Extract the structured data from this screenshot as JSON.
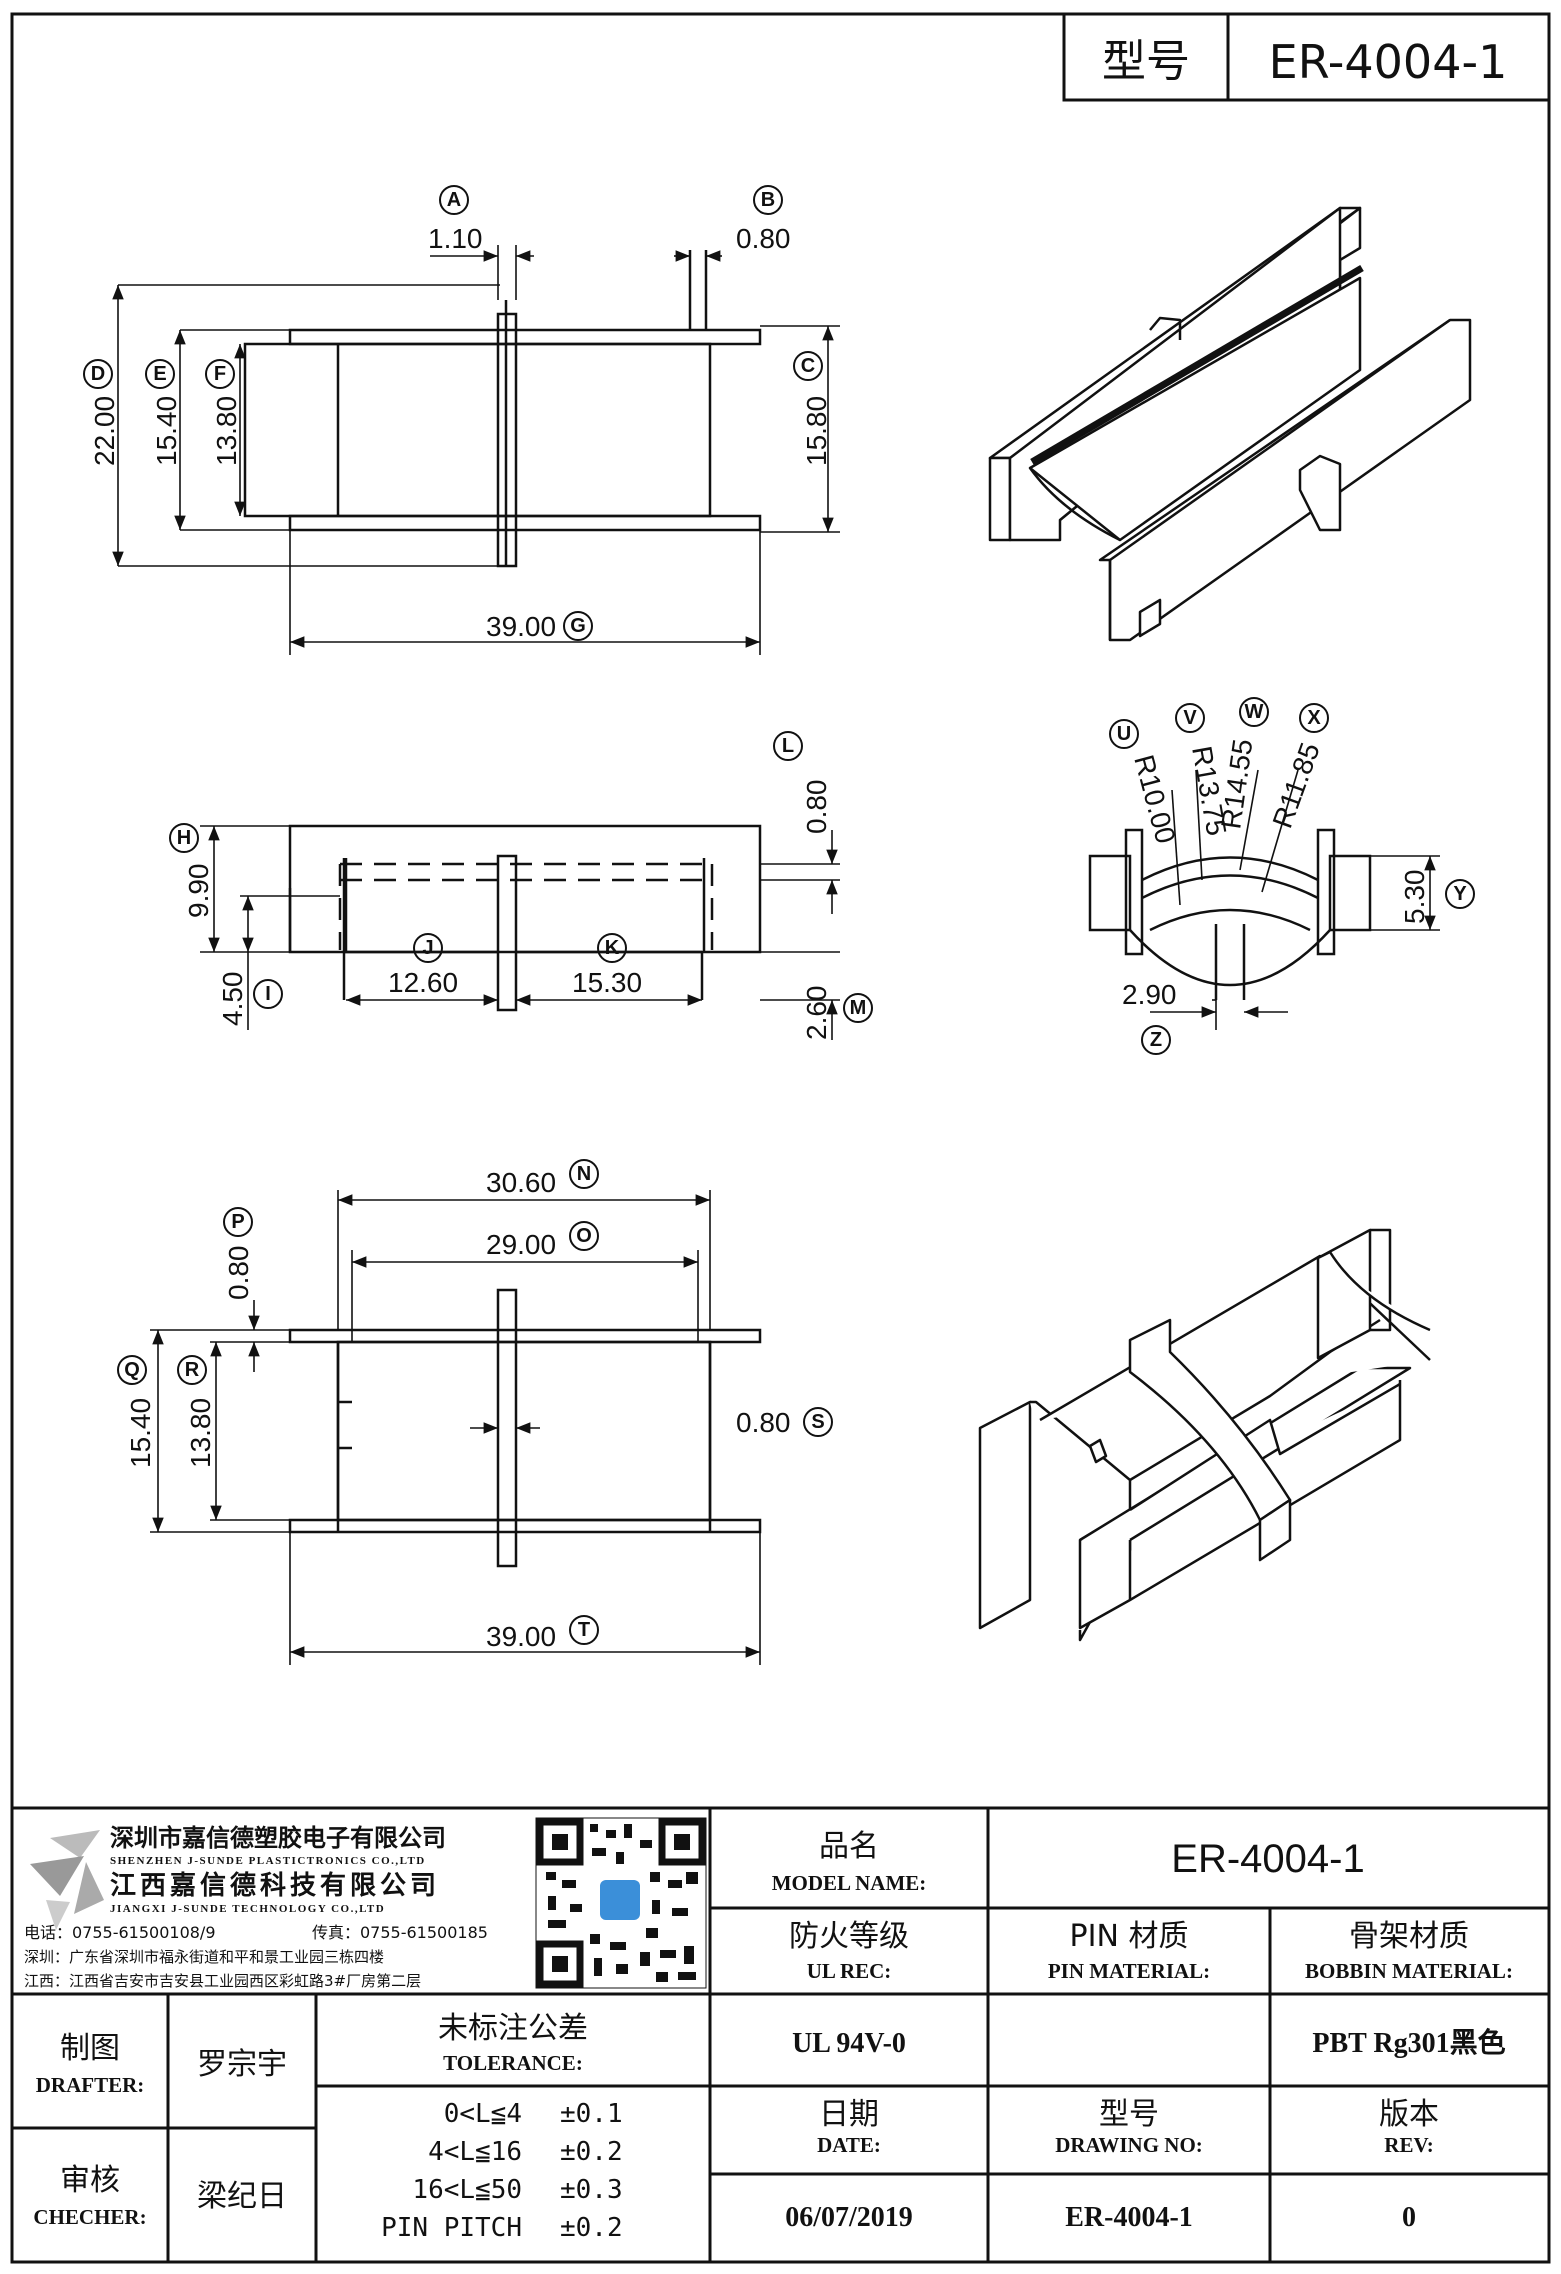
{
  "header": {
    "type_label": "型号",
    "model": "ER-4004-1"
  },
  "view_labels": {
    "A": "A",
    "B": "B",
    "C": "C",
    "D": "D",
    "E": "E",
    "F": "F",
    "G": "G",
    "H": "H",
    "I": "I",
    "J": "J",
    "K": "K",
    "L": "L",
    "M": "M",
    "N": "N",
    "O": "O",
    "P": "P",
    "Q": "Q",
    "R": "R",
    "S": "S",
    "T": "T",
    "U": "U",
    "V": "V",
    "W": "W",
    "X": "X",
    "Y": "Y",
    "Z": "Z"
  },
  "dims": {
    "A": "1.10",
    "B": "0.80",
    "C": "15.80",
    "D": "22.00",
    "E": "15.40",
    "F": "13.80",
    "G": "39.00",
    "H": "9.90",
    "I": "4.50",
    "J": "12.60",
    "K": "15.30",
    "L": "0.80",
    "M": "2.60",
    "N": "30.60",
    "O": "29.00",
    "P": "0.80",
    "Q": "15.40",
    "R": "13.80",
    "S": "0.80",
    "T": "39.00",
    "U": "R10.00",
    "V": "R13.75",
    "W": "R14.55",
    "X": "R11.85",
    "Y": "5.30",
    "Z": "2.90"
  },
  "company": {
    "name_sz": "深圳市嘉信德塑胶电子有限公司",
    "name_sz_en": "SHENZHEN J-SUNDE PLASTICTRONICS CO.,LTD",
    "name_jx": "江西嘉信德科技有限公司",
    "name_jx_en": "JIANGXI J-SUNDE TECHNOLOGY CO.,LTD",
    "tel": "电话：0755-61500108/9",
    "fax": "传真：0755-61500185",
    "addr_sz": "深圳：广东省深圳市福永街道和平和景工业园三栋四楼",
    "addr_jx": "江西：江西省吉安市吉安县工业园西区彩虹路3#厂房第二层"
  },
  "title_block": {
    "model_name_cn": "品名",
    "model_name_en": "MODEL NAME:",
    "model_name_val": "ER-4004-1",
    "ul_cn": "防火等级",
    "ul_en": "UL REC:",
    "ul_val": "UL 94V-0",
    "pin_cn": "PIN 材质",
    "pin_en": "PIN MATERIAL:",
    "pin_val": "",
    "bobbin_cn": "骨架材质",
    "bobbin_en": "BOBBIN MATERIAL:",
    "bobbin_val": "PBT Rg301黑色",
    "drafter_cn": "制图",
    "drafter_en": "DRAFTER:",
    "drafter_val": "罗宗宇",
    "checker_cn": "审核",
    "checker_en": "CHECHER:",
    "checker_val": "梁纪日",
    "tol_cn": "未标注公差",
    "tol_en": "TOLERANCE:",
    "tol_rows": [
      {
        "range": "0<L≦4",
        "val": "±0.1"
      },
      {
        "range": "4<L≦16",
        "val": "±0.2"
      },
      {
        "range": "16<L≦50",
        "val": "±0.3"
      },
      {
        "range": "PIN PITCH",
        "val": "±0.2"
      }
    ],
    "date_cn": "日期",
    "date_en": "DATE:",
    "date_val": "06/07/2019",
    "dwg_cn": "型号",
    "dwg_en": "DRAWING NO:",
    "dwg_val": "ER-4004-1",
    "rev_cn": "版本",
    "rev_en": "REV:",
    "rev_val": "0"
  }
}
